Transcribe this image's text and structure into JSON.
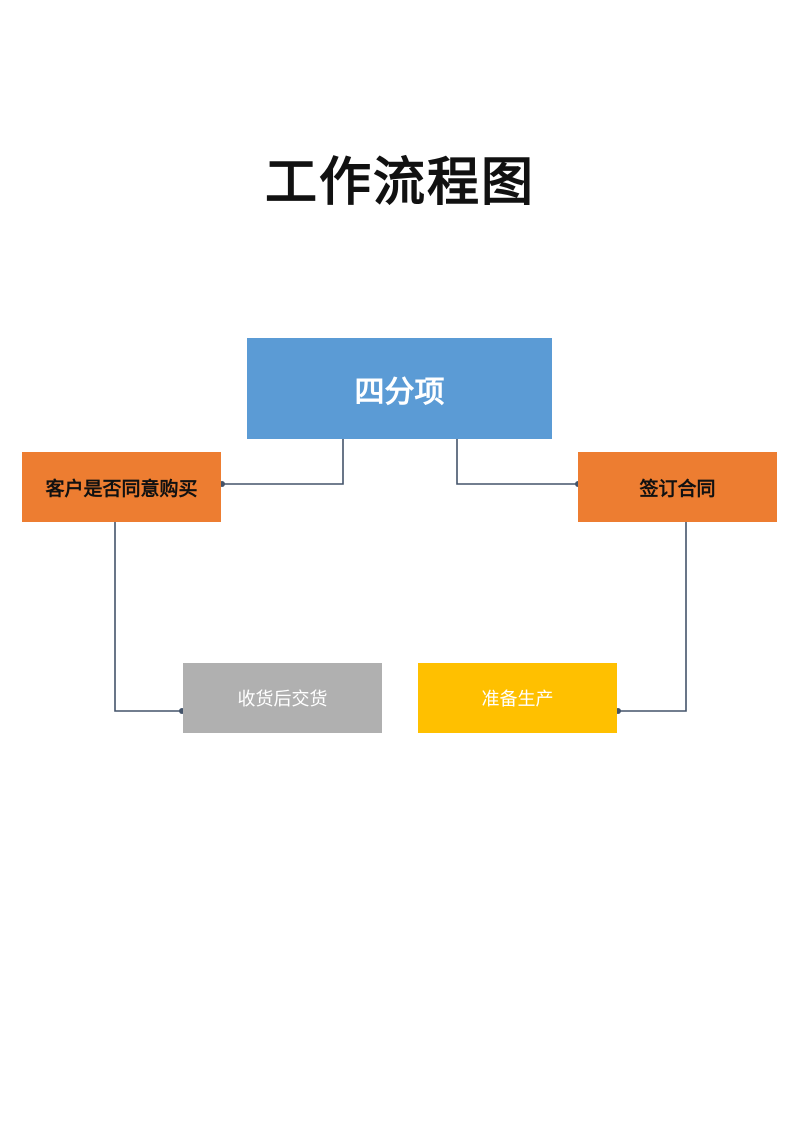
{
  "title": "工作流程图",
  "nodes": {
    "root": {
      "label": "四分项",
      "color": "#5b9bd5"
    },
    "customer_agree": {
      "label": "客户是否同意购买",
      "color": "#ed7d31"
    },
    "sign_contract": {
      "label": "签订合同",
      "color": "#ed7d31"
    },
    "receive_deliver": {
      "label": "收货后交货",
      "color": "#b0b0b0"
    },
    "prepare_production": {
      "label": "准备生产",
      "color": "#ffc000"
    }
  },
  "connector_color": "#44546a"
}
